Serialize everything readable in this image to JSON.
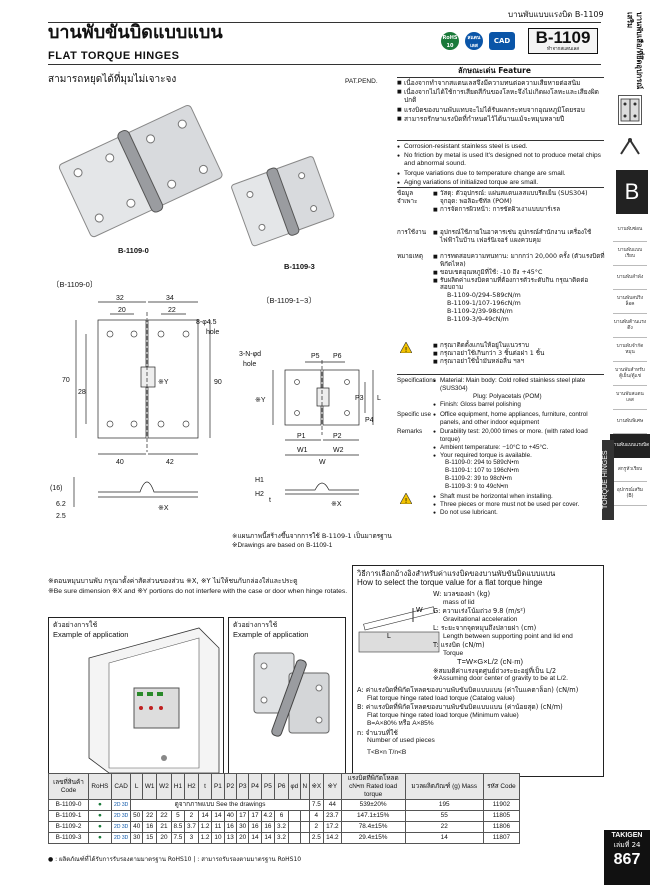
{
  "header": {
    "top_note": "บานพับแบบแรงบิด  B-1109",
    "title_th": "บานพับขันบิดแบบแบน",
    "title_en": "FLAT TORQUE HINGES",
    "model": "B-1109",
    "model_sub": "ทำจากสแตนเลส",
    "badges": [
      "RoHS 10",
      "สแตนเลส",
      "CAD"
    ]
  },
  "right_column": {
    "top_label": "บานพับเสือ/ที่ยึดอุปกรณ์เสริม",
    "section_letter": "B",
    "items": [
      {
        "label": "บานพับซ่อน"
      },
      {
        "label": "บานพับแบบเรียบ"
      },
      {
        "label": "บานพับลำพัง"
      },
      {
        "label": "บานพับสปริงล็อค"
      },
      {
        "label": "บานพับต้านแรงดึง"
      },
      {
        "label": "บานพับจำกัดหมุน"
      },
      {
        "label": "บานพับสำหรับ ตู้เย็น/ตู้แช่"
      },
      {
        "label": "บานพับสแตนเลส"
      },
      {
        "label": "บานพับพิเศษ"
      },
      {
        "label": "บานพับแบบแรงบิด",
        "active": true
      },
      {
        "label": "สกรูหัวเรียบ"
      },
      {
        "label": "อุปกรณ์เสริม (B)"
      }
    ],
    "vertical_tab": "TORQUE HINGES",
    "brand": "TAKIGEN",
    "volume": "เล่มที่ 24",
    "page_number": "867"
  },
  "intro": {
    "subtitle_th": "สามารถหยุดได้ที่มุมไม่เจาะจง",
    "patent": "PAT.PEND."
  },
  "features": {
    "heading": "ลักษณะเด่น   Feature",
    "thai": [
      "เนื่องจากทำจากสแตนเลสจึงมีความทนต่อความเสียหายต่อสนิม",
      "เนื่องจากไม่ได้ใช้การเสียดสีกันของโลหะจึงไม่เกิดผงโลหะและเสียงผิดปกติ",
      "แรงบิดของบานพับแทบจะไม่ได้รับผลกระทบจากอุณหภูมิโดยรอบ",
      "สามารถรักษาแรงบิดที่กำหนดไว้ได้นานแม้จะหมุนหลายปี"
    ],
    "english": [
      "Corrosion-resistant stainless steel is used.",
      "No friction by metal is used It's designed not to produce metal chips and abnormal sound.",
      "Torque variations due to temperature change are small.",
      "Aging variations of initialized torque are small."
    ]
  },
  "specs_th": [
    {
      "label": "ข้อมูลจำเพาะ",
      "lines": [
        "วัสดุ: ตัวอุปกรณ์: แผ่นสแตนเลสแบบรีดเย็น (SUS304)",
        "จุกอุด: พอลิอะซีทัล (POM)",
        "การจัดการผิวหน้า: การขัดผิวเงาแบบบาร์เรล"
      ]
    },
    {
      "label": "การใช้งาน",
      "lines": [
        "อุปกรณ์ใช้ภายในอาคารเช่น อุปกรณ์สำนักงาน เครื่องใช้ไฟฟ้าในบ้าน เฟอร์นิเจอร์ แผงควบคุม"
      ]
    },
    {
      "label": "หมายเหตุ",
      "lines": [
        "การทดสอบความทนทาน: มากกว่า 20,000 ครั้ง (ตัวแรงบิดที่พิกัดไหล)",
        "ขอบเขตอุณหภูมิที่ใช้: -10 ถึง +45°C",
        "รับผลิตค่าแรงบิดตามที่ต้องการตัวระดับกิน กรุณาติดต่อสอบถาม",
        "B-1109-0/294-589cN/m",
        "B-1109-1/107-196cN/m",
        "B-1109-2/39-98cN/m",
        "B-1109-3/9-49cN/m"
      ]
    },
    {
      "label": "",
      "lines": [
        "กรุณาติดตั้งแกนให้อยู่ในแนวราบ",
        "กรุณาอย่าใช้เกินกว่า 3 ชิ้นต่อฝา 1 ชิ้น",
        "กรุณาอย่าใช้น้ำมันหล่อลื่น ฯลฯ"
      ]
    }
  ],
  "specs_en": [
    {
      "label": "Specifications",
      "lines": [
        "Material: Main body: Cold rolled stainless steel plate (SUS304)",
        "Plug: Polyacetals (POM)",
        "Finish: Gloss barrel polishing"
      ]
    },
    {
      "label": "Specific use",
      "lines": [
        "Office equipment, home appliances, furniture, control panels, and other indoor equipment"
      ]
    },
    {
      "label": "Remarks",
      "lines": [
        "Durability test: 20,000 times or more. (with rated load torque)",
        "Ambient temperature: −10°C to +45°C.",
        "Your required torque is available.",
        "B-1109-0: 294 to 589cN•m",
        "B-1109-1: 107 to 196cN•m",
        "B-1109-2: 39 to 98cN•m",
        "B-1109-3: 9 to 49cN•m"
      ]
    },
    {
      "label": "",
      "lines": [
        "Shaft must be horizontal when installing.",
        "Three pieces or more must not be used per cover.",
        "Do not use lubricant."
      ]
    }
  ],
  "drawings": {
    "photo_labels": [
      "B-1109-0",
      "B-1109-3"
    ],
    "left_title": "〔B-1109-0〕",
    "right_title": "〔B-1109-1~3〕",
    "dims_left": [
      "32",
      "34",
      "20",
      "22",
      "8-φ4.5",
      "hole",
      "70",
      "28",
      "90",
      "40",
      "42",
      "※Y",
      "※X",
      "(16)",
      "6.2",
      "2.5"
    ],
    "dims_right": [
      "3-N-φd",
      "hole",
      "P5",
      "P6",
      "※Y",
      "P3",
      "P4",
      "L",
      "P1",
      "P2",
      "W1",
      "W2",
      "W",
      "H1",
      "H2",
      "t",
      "※X"
    ],
    "note_th": "※แผนภาพนี้สร้างขึ้นจากการใช้ B-1109-1 เป็นมาตรฐาน",
    "note_en": "※Drawings are based on B-1109-1"
  },
  "caution": {
    "th": "※ตอนหมุนบานพับ กรุณาตั้งค่าสัดส่วนของส่วน ※X, ※Y ไม่ให้ชนกับกล่องใส่และประตู",
    "en": "※Be sure dimension ※X and ※Y portions do not interfere with the case or door when hinge rotates."
  },
  "examples": [
    {
      "th": "ตัวอย่างการใช้",
      "en": "Example of application"
    },
    {
      "th": "ตัวอย่างการใช้",
      "en": "Example of application"
    }
  ],
  "torque_calc": {
    "title_th": "วิธีการเลือกอ้างอิงสำหรับค่าแรงบิดของบานพับขันบิดแบบแบน",
    "title_en": "How to select the torque value for a flat torque hinge",
    "lines": [
      "W: มวลของฝา (kg)",
      "mass of lid",
      "G: ความเร่งโน้มถ่วง 9.8 (m/s²)",
      "Gravitational acceleration",
      "L: ระยะจากจุดหมุนถึงปลายฝา (cm)",
      "Length between supporting point and lid end",
      "T: แรงบิด (cN/m)",
      "Torque",
      "T=W×G×L/2 (cN·m)",
      "※สมมติค่าแรงจุดศูนย์ถ่วงระยะอยู่ที่เป็น L/2",
      "※Assuming door center of gravity to be at L/2."
    ],
    "ab_lines": [
      "A: ค่าแรงบิดที่พิกัดโหลดของบานพับขันบิดแบบแบน (ค่าในแคตาล็อก) (cN/m)",
      "Flat torque hinge rated load torque (Catalog value)",
      "B: ค่าแรงบิดที่พิกัดโหลดของบานพับขันบิดแบบแบน (ค่าน้อยสุด) (cN/m)",
      "Flat torque hinge rated load torque (Minimum value)",
      "B=A×80% หรือ A×85%",
      "n: จำนวนที่ใช้",
      "Number of used pieces",
      "T<B×n    T/n<B"
    ],
    "diagram_labels": [
      "W",
      "L"
    ]
  },
  "table": {
    "headers": [
      "เลขที่สินค้า Code",
      "RoHS",
      "CAD",
      "L",
      "W1",
      "W2",
      "H1",
      "H2",
      "t",
      "P1",
      "P2",
      "P3",
      "P4",
      "P5",
      "P6",
      "φd",
      "N",
      "※X",
      "※Y",
      "แรงบิดที่พิกัดโหลด cN•m Rated load torque",
      "มวลผลิตภัณฑ์ (g) Mass",
      "รหัส Code"
    ],
    "rows": [
      {
        "code": "B-1109-0",
        "rohs": "●",
        "cad": "2D 3D",
        "dims": [
          "ดูจากภาพแบบ  See the drawings"
        ],
        "x": "7.5",
        "y": "44",
        "torque": "539±20%",
        "mass": "195",
        "id": "11902"
      },
      {
        "code": "B-1109-1",
        "rohs": "●",
        "cad": "2D 3D",
        "dims": [
          "50",
          "22",
          "22",
          "5",
          "2",
          "14",
          "14",
          "40",
          "17",
          "17",
          "4.2",
          "6"
        ],
        "x": "4",
        "y": "23.7",
        "torque": "147.1±15%",
        "mass": "55",
        "id": "11805"
      },
      {
        "code": "B-1109-2",
        "rohs": "●",
        "cad": "2D 3D",
        "dims": [
          "40",
          "16",
          "21",
          "8.5",
          "3.7",
          "1.2",
          "11",
          "16",
          "30",
          "16",
          "16",
          "3.2"
        ],
        "x": "2",
        "y": "17.2",
        "torque": "78.4±15%",
        "mass": "22",
        "id": "11806"
      },
      {
        "code": "B-1109-3",
        "rohs": "●",
        "cad": "2D 3D",
        "dims": [
          "30",
          "15",
          "20",
          "7.5",
          "3",
          "1.2",
          "10",
          "13",
          "20",
          "14",
          "14",
          "3.2"
        ],
        "x": "2.5",
        "y": "14.2",
        "torque": "29.4±15%",
        "mass": "14",
        "id": "11807"
      }
    ],
    "footnote": "● : ผลิตภัณฑ์ที่ได้รับการรับรองตามมาตรฐาน RoHS10  |  : สามารถรับรองตามมาตรฐาน RoHS10"
  }
}
